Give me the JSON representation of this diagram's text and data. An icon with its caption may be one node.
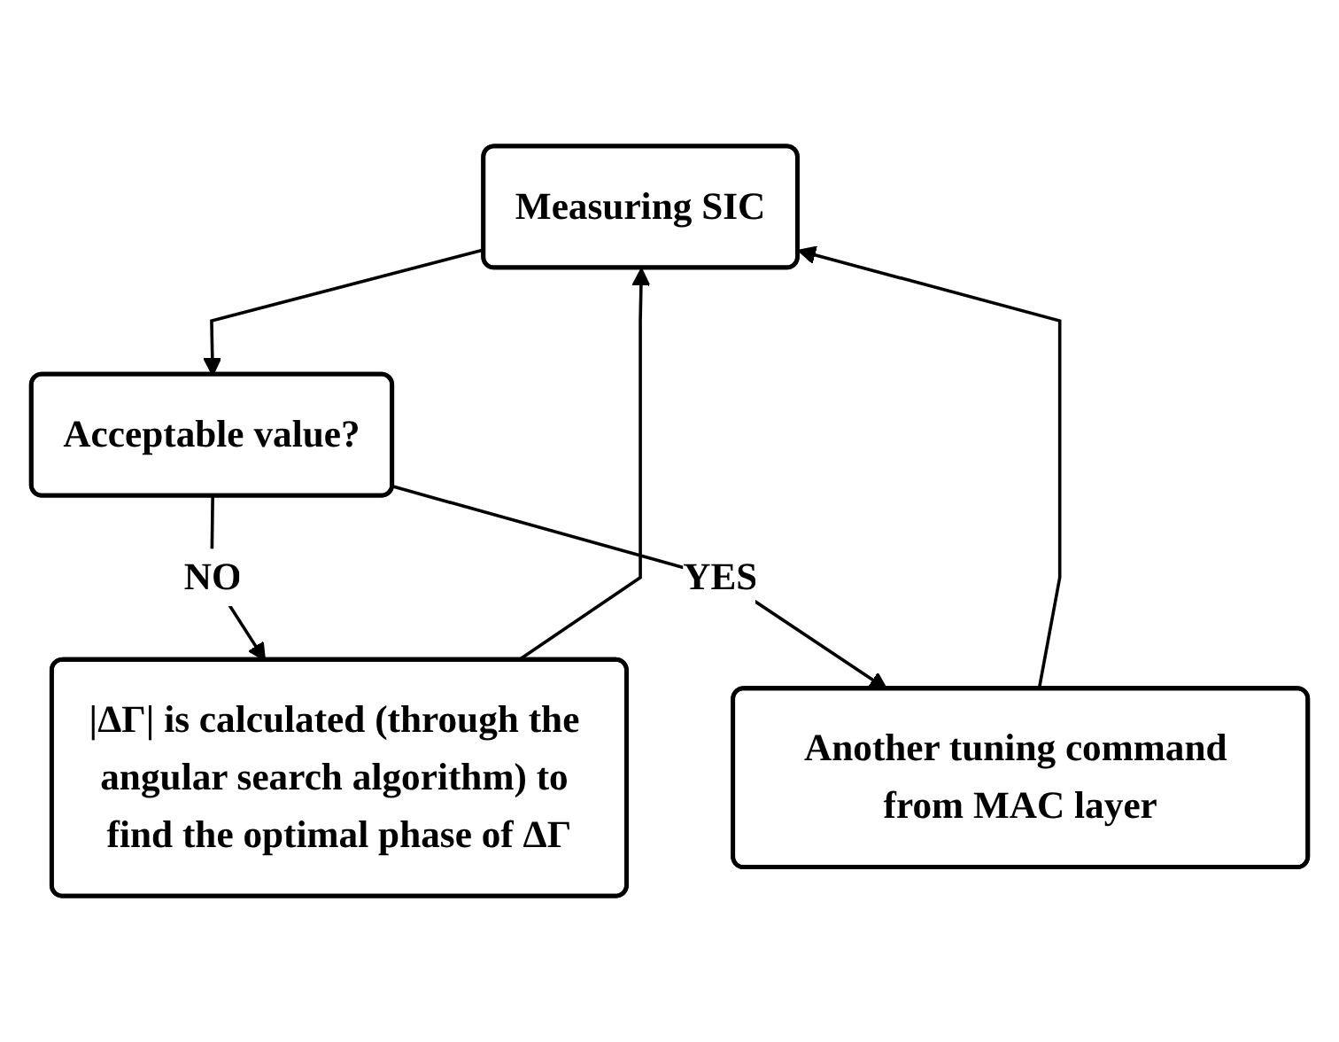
{
  "diagram": {
    "nodes": [
      {
        "text": [
          "Measuring SIC"
        ]
      },
      {
        "text": [
          "Acceptable value?"
        ]
      },
      {
        "text": [
          "|ΔΓ| is calculated (through the angular search algorithm) to find the optimal phase of ΔΓ"
        ]
      },
      {
        "text": [
          "Another tuning command from MAC layer"
        ]
      }
    ],
    "edges": [
      {
        "from": 0,
        "to": 1,
        "arrow": "to"
      },
      {
        "from": 1,
        "to": 2,
        "label": "NO",
        "arrow": "to"
      },
      {
        "from": 1,
        "to": 3,
        "label": "YES",
        "arrow": "to"
      },
      {
        "from": 2,
        "to": 0,
        "arrow": "to"
      },
      {
        "from": 3,
        "to": 0,
        "arrow": "to"
      }
    ]
  }
}
